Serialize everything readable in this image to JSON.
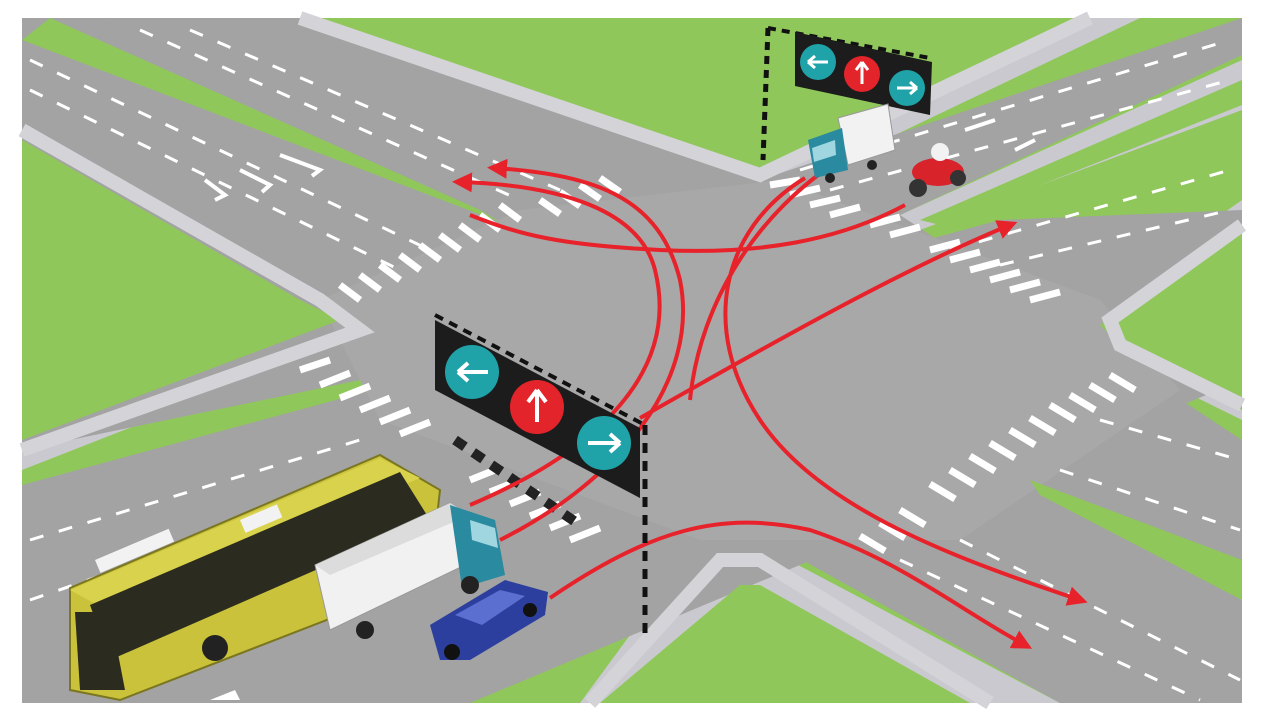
{
  "scene": {
    "colors": {
      "grass": "#8fc75a",
      "road": "#a3a3a3",
      "sidewalk": "#c9c9cf",
      "lane_mark": "#ffffff",
      "route_arrow": "#e8222a",
      "sign_board": "#1c1c1c",
      "sign_circle_teal": "#1fa3a8",
      "sign_circle_red": "#e3242b",
      "bus": "#c9c23a",
      "truck_cab": "#2a8aa0",
      "car": "#2c3f9e",
      "moto": "#d8232a"
    },
    "signs": [
      {
        "icons": [
          "arrow-left",
          "arrow-up",
          "arrow-right"
        ]
      },
      {
        "icons": [
          "arrow-left",
          "arrow-up",
          "arrow-right"
        ]
      }
    ],
    "vehicles": [
      "bus",
      "truck-white",
      "car-blue",
      "truck-blue",
      "motorcycle-red"
    ],
    "routes": [
      "left-turn-up-1",
      "left-turn-up-2",
      "straight-ne",
      "u-turn-upper",
      "down-curve-se",
      "right-turn-lower",
      "car-right-turn"
    ]
  }
}
